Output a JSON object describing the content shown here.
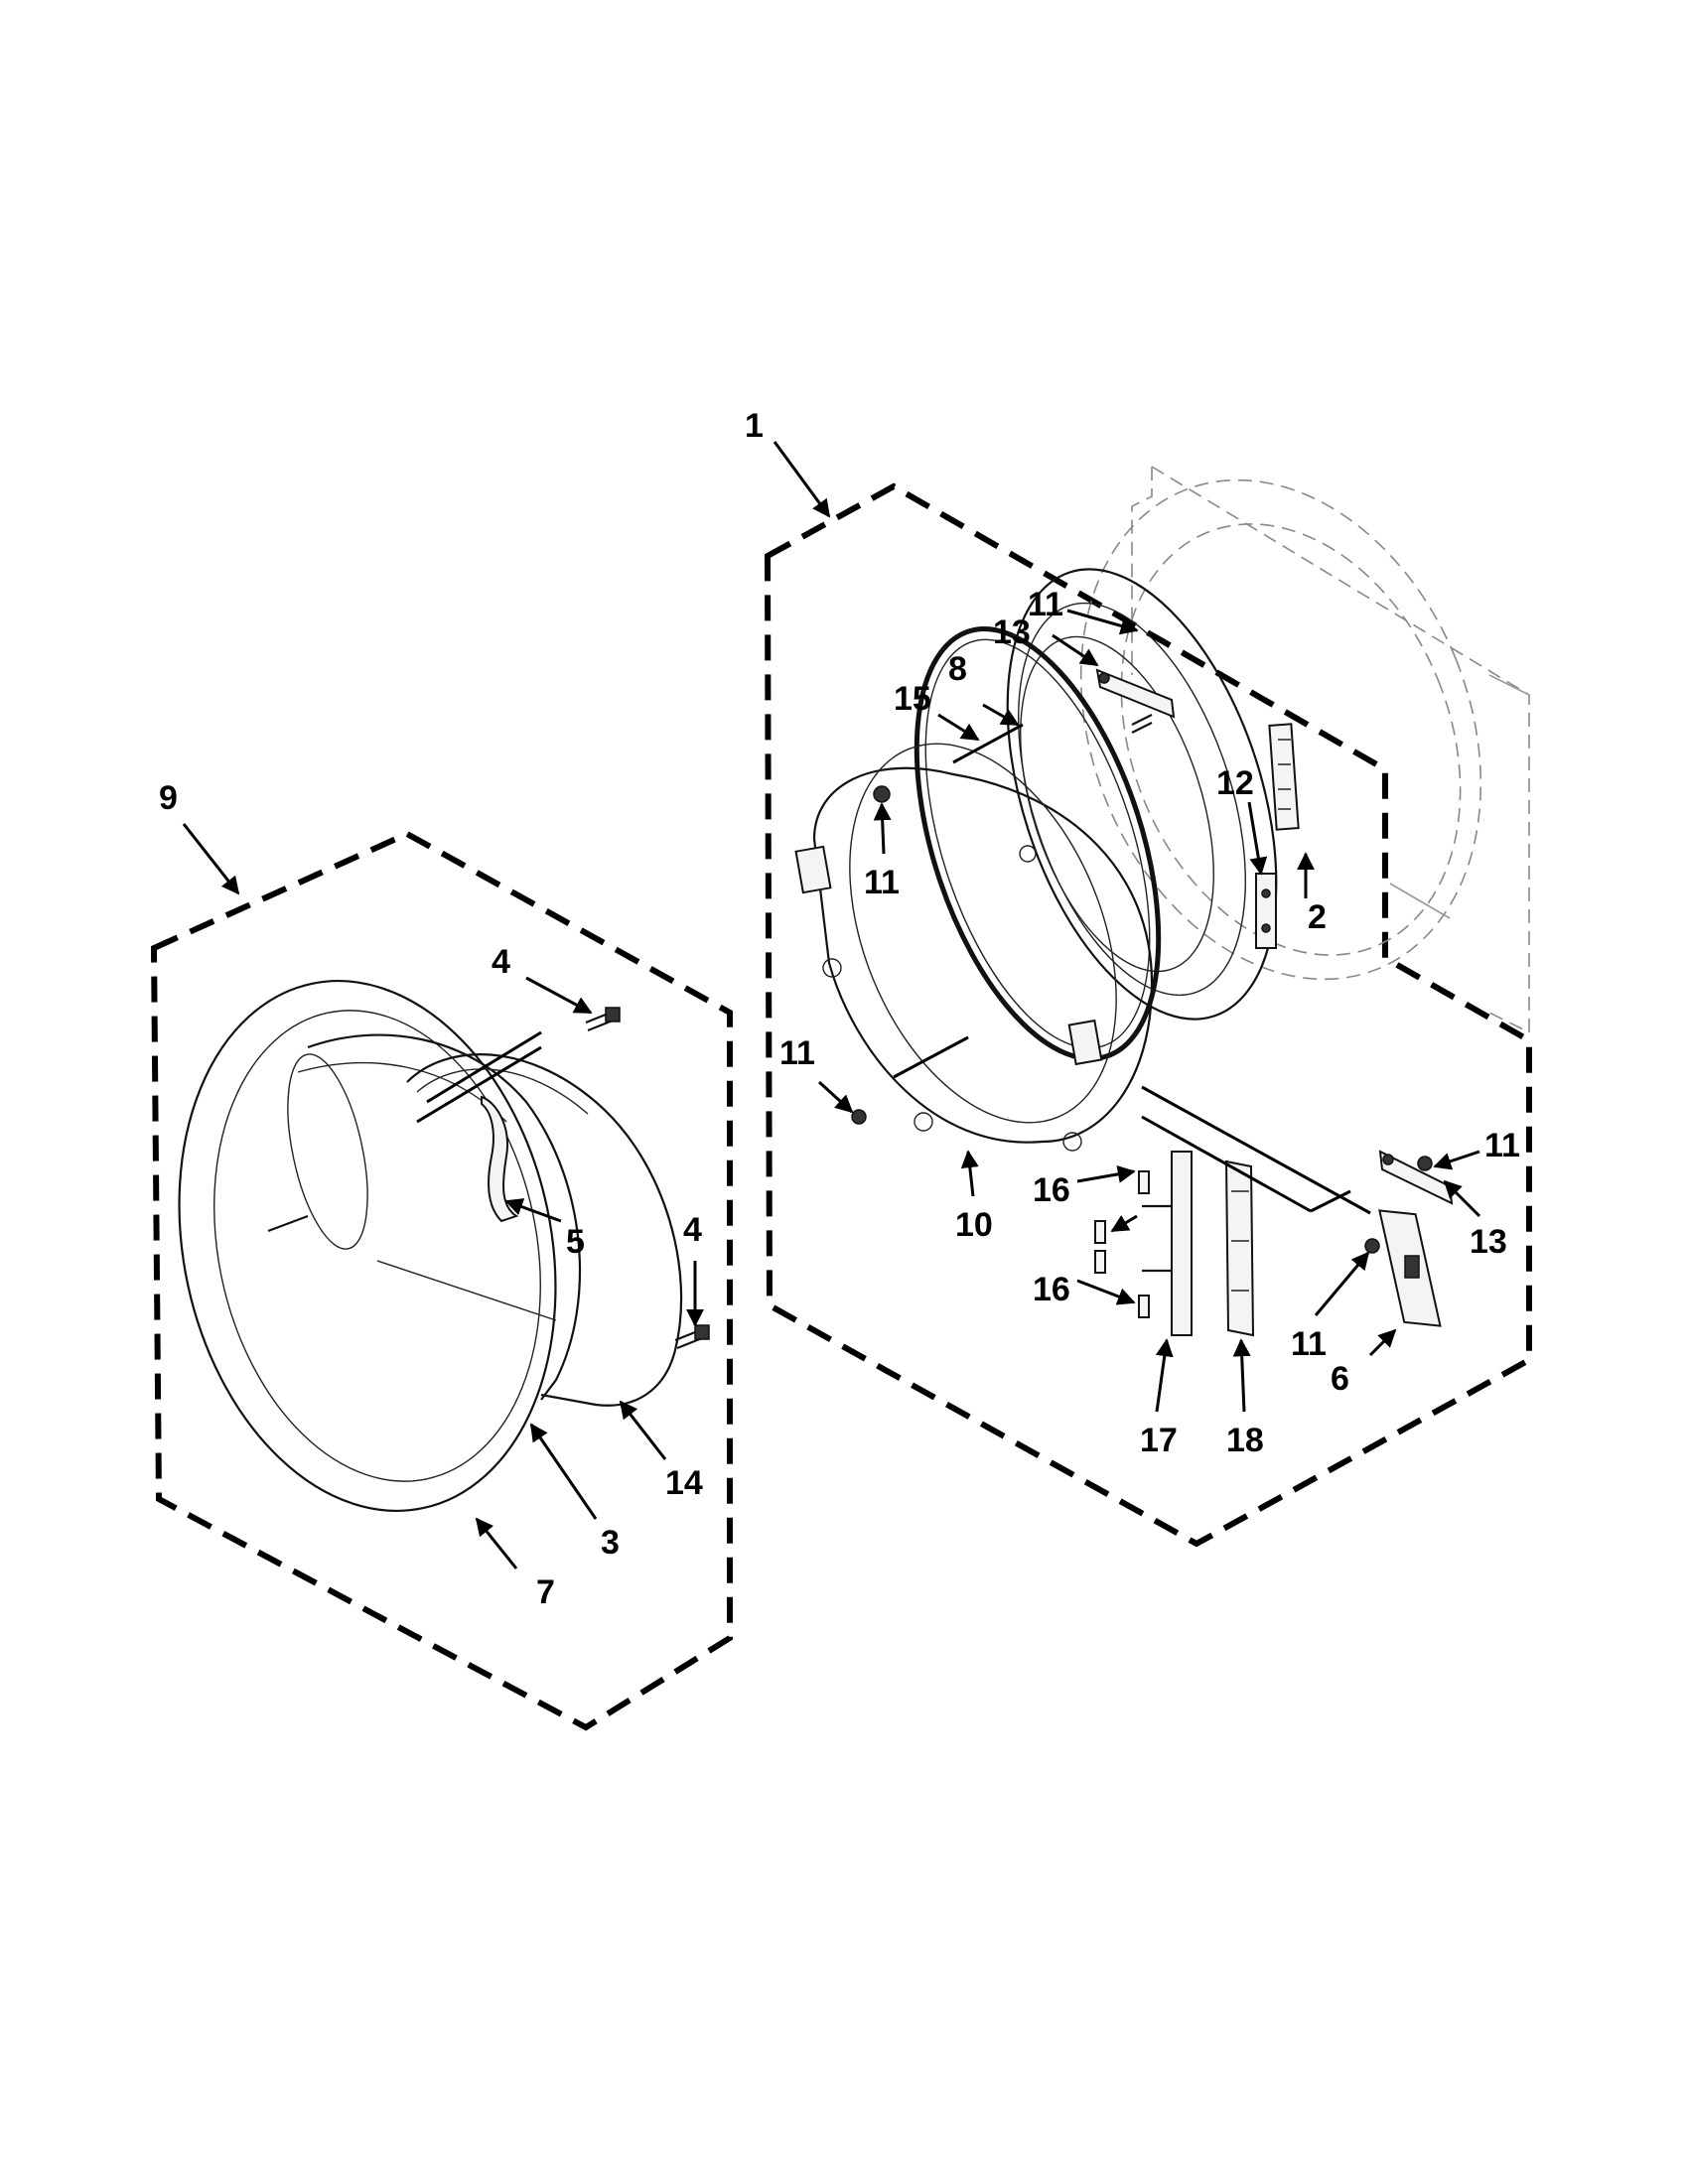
{
  "callouts": {
    "c1": "1",
    "c2": "2",
    "c3": "3",
    "c4a": "4",
    "c4b": "4",
    "c5": "5",
    "c6": "6",
    "c7": "7",
    "c8": "8",
    "c9": "9",
    "c10": "10",
    "c11a": "11",
    "c11b": "11",
    "c11c": "11",
    "c11d": "11",
    "c11e": "11",
    "c12": "12",
    "c13a": "13",
    "c13b": "13",
    "c14": "14",
    "c15": "15",
    "c16a": "16",
    "c16b": "16",
    "c17": "17",
    "c18": "18"
  }
}
